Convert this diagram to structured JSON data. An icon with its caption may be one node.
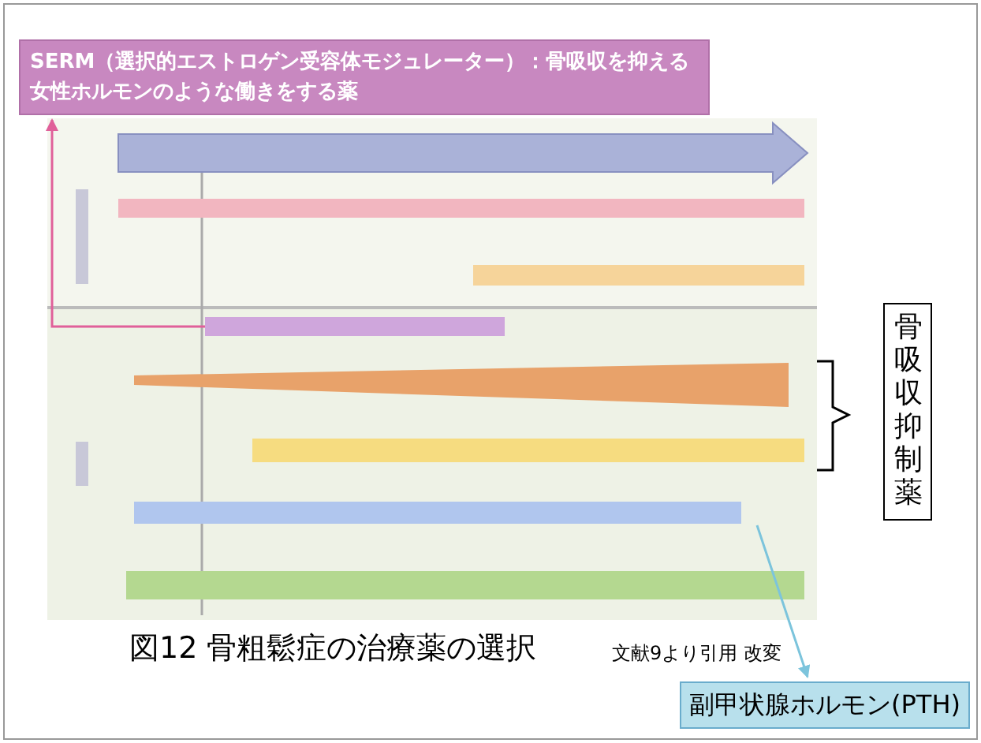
{
  "diagram": {
    "caption": "図12 骨粗鬆症の治療薬の選択",
    "nodes": [
      {
        "text": [
          "SERM（選択的エストロゲン受容体モジュレーター）：骨吸収を抑える女性ホルモンのような働きをする薬"
        ]
      },
      {
        "text": [],
        "shape": "bar"
      },
      {
        "text": [
          "骨吸収抑制薬"
        ]
      },
      {
        "text": [
          "副甲状腺ホルモン(PTH)"
        ]
      },
      {
        "text": [],
        "shape": "bar"
      }
    ],
    "edges": [
      {
        "from": 1,
        "to": 0,
        "arrow": "to",
        "color": "#e0609a"
      },
      {
        "from": 4,
        "to": 3,
        "arrow": "to",
        "color": "#7cc4dc"
      }
    ],
    "labels": [
      "文献9より引用 改変"
    ]
  }
}
